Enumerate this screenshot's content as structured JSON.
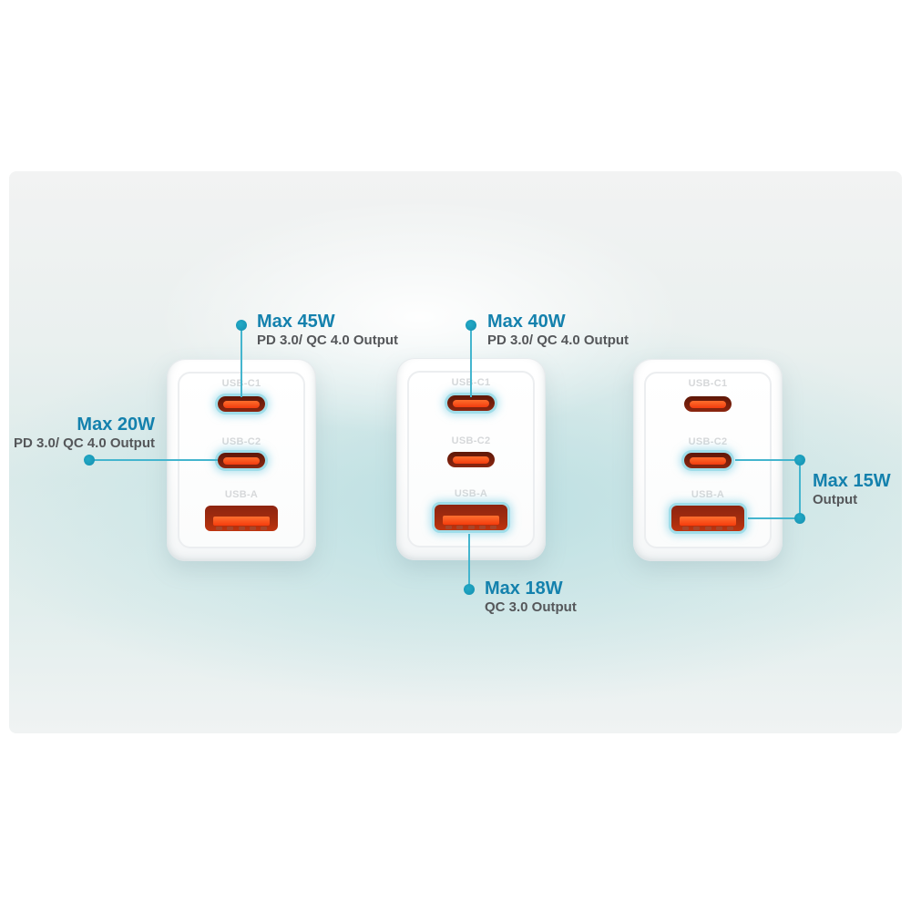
{
  "colors": {
    "accent_line": "#44b5ce",
    "accent_dot": "#1aa0bf",
    "heading_text": "#1481ad",
    "subtitle_text": "#55575a",
    "port_label_text": "#d6d8da",
    "port_dark": "#7c2110",
    "port_bright": "#ff4616",
    "glow_cyan": "#9fdde9",
    "panel_mint": "#cde7e8",
    "charger_body": "#ffffff"
  },
  "chargers": [
    {
      "id": "charger-left",
      "ports": [
        {
          "label": "USB-C1",
          "type": "usb-c",
          "highlighted": true
        },
        {
          "label": "USB-C2",
          "type": "usb-c",
          "highlighted": true
        },
        {
          "label": "USB-A",
          "type": "usb-a",
          "highlighted": false
        }
      ]
    },
    {
      "id": "charger-middle",
      "ports": [
        {
          "label": "USB-C1",
          "type": "usb-c",
          "highlighted": true
        },
        {
          "label": "USB-C2",
          "type": "usb-c",
          "highlighted": false
        },
        {
          "label": "USB-A",
          "type": "usb-a",
          "highlighted": true
        }
      ]
    },
    {
      "id": "charger-right",
      "ports": [
        {
          "label": "USB-C1",
          "type": "usb-c",
          "highlighted": false
        },
        {
          "label": "USB-C2",
          "type": "usb-c",
          "highlighted": true
        },
        {
          "label": "USB-A",
          "type": "usb-a",
          "highlighted": true
        }
      ]
    }
  ],
  "annotations": [
    {
      "id": "max45",
      "title": "Max 45W",
      "subtitle": "PD 3.0/ QC 4.0 Output",
      "points_to": "charger-left USB-C1"
    },
    {
      "id": "max20",
      "title": "Max 20W",
      "subtitle": "PD 3.0/ QC 4.0 Output",
      "points_to": "charger-left USB-C2"
    },
    {
      "id": "max40",
      "title": "Max 40W",
      "subtitle": "PD 3.0/ QC 4.0 Output",
      "points_to": "charger-middle USB-C1"
    },
    {
      "id": "max18",
      "title": "Max 18W",
      "subtitle": "QC 3.0 Output",
      "points_to": "charger-middle USB-A"
    },
    {
      "id": "max15",
      "title": "Max 15W",
      "subtitle": "Output",
      "points_to": "charger-right USB-C2 and USB-A"
    }
  ]
}
